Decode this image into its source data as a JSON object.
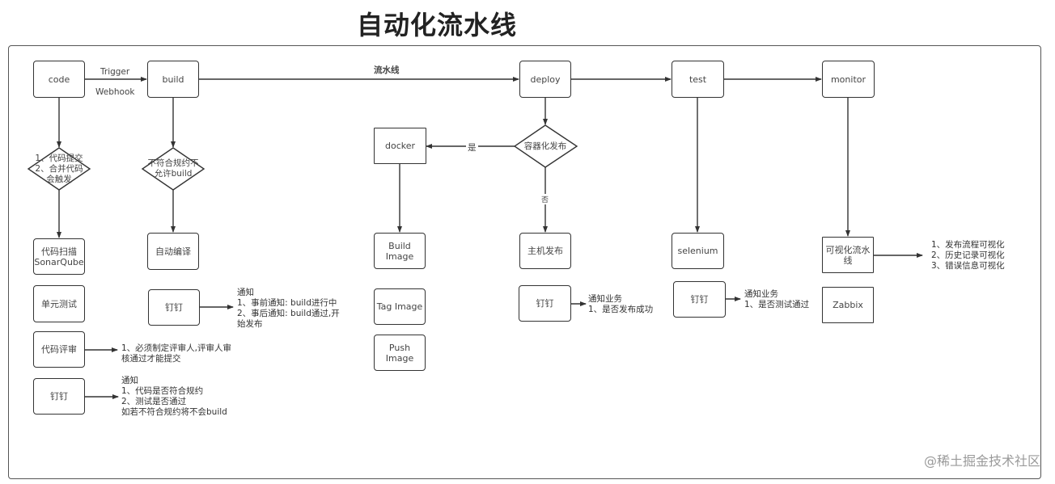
{
  "title": "自动化流水线",
  "watermark": "@稀土掘金技术社区",
  "edge_labels": {
    "trigger": "Trigger",
    "webhook": "Webhook",
    "pipeline": "流水线",
    "yes": "是",
    "no": "否"
  },
  "stages": {
    "code": "code",
    "build": "build",
    "deploy": "deploy",
    "test": "test",
    "monitor": "monitor"
  },
  "code_column": {
    "decision": "1、代码提交\n2、合并代码\n会触发",
    "scan": "代码扫描\nSonarQube",
    "unit_test": "单元测试",
    "review": "代码评审",
    "dingtalk": "钉钉",
    "review_note": "1、必须制定评审人,评审人审\n核通过才能提交",
    "dingtalk_note": "通知\n1、代码是否符合规约\n2、测试是否通过\n如若不符合规约将不会build"
  },
  "build_column": {
    "decision": "不符合规约不\n允许build",
    "compile": "自动编译",
    "dingtalk": "钉钉",
    "dingtalk_note": "通知\n1、事前通知: build进行中\n2、事后通知: build通过,开\n始发布"
  },
  "deploy_column": {
    "decision": "容器化发布",
    "docker": "docker",
    "build_image": "Build\nImage",
    "tag_image": "Tag Image",
    "push_image": "Push\nImage",
    "host_deploy": "主机发布",
    "dingtalk": "钉钉",
    "dingtalk_note": "通知业务\n1、是否发布成功"
  },
  "test_column": {
    "selenium": "selenium",
    "dingtalk": "钉钉",
    "dingtalk_note": "通知业务\n1、是否测试通过"
  },
  "monitor_column": {
    "visual": "可视化流水\n线",
    "zabbix": "Zabbix",
    "visual_note": "1、发布流程可视化\n2、历史记录可视化\n3、错误信息可视化"
  }
}
